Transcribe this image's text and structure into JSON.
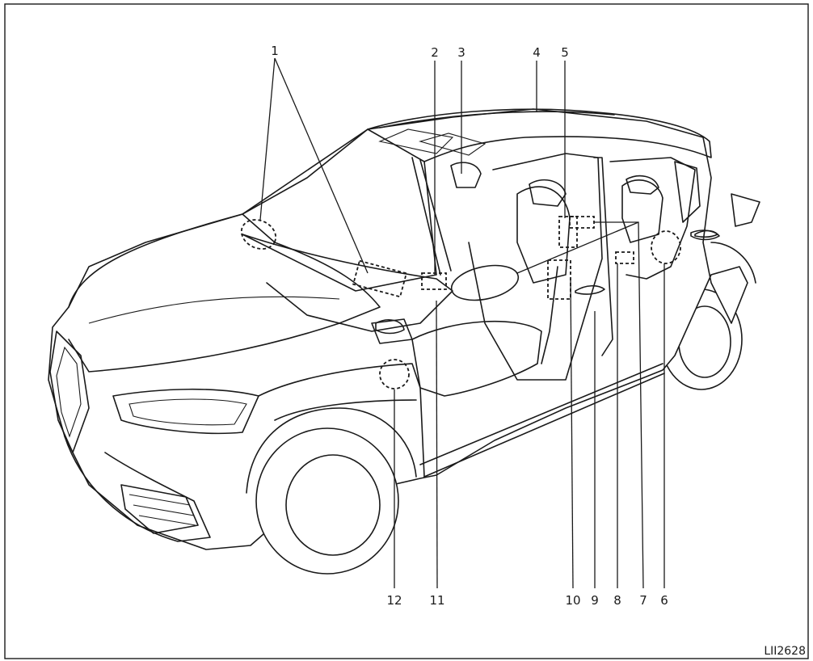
{
  "callouts": [
    {
      "label": "1"
    },
    {
      "label": "2"
    },
    {
      "label": "3"
    },
    {
      "label": "4"
    },
    {
      "label": "5"
    },
    {
      "label": "6"
    },
    {
      "label": "7"
    },
    {
      "label": "8"
    },
    {
      "label": "9"
    },
    {
      "label": "10"
    },
    {
      "label": "11"
    },
    {
      "label": "12"
    }
  ],
  "figure_code": "LII2628"
}
